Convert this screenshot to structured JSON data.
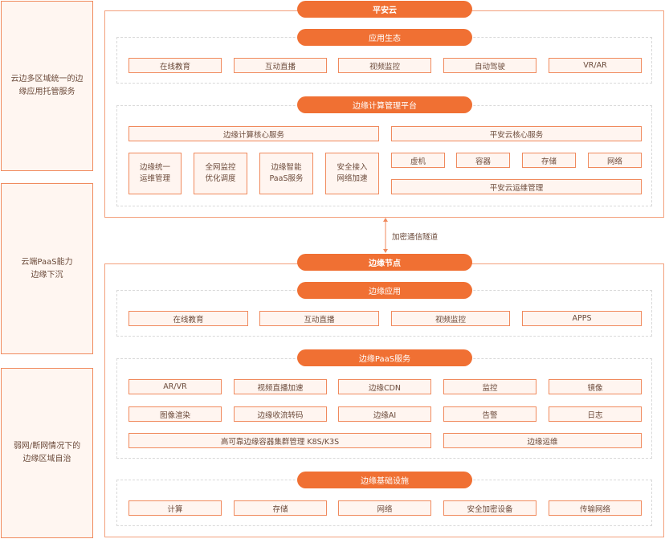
{
  "side": {
    "top": "云边多区域统一的边缘应用托管服务",
    "mid": "云端PaaS能力边缘下沉",
    "bot": "弱网/断网情况下的边缘区域自治"
  },
  "cloud": {
    "title": "平安云",
    "app_eco": {
      "title": "应用生态",
      "items": [
        "在线教育",
        "互动直播",
        "视频监控",
        "自动驾驶",
        "VR/AR"
      ]
    },
    "platform": {
      "title": "边缘计算管理平台",
      "core_title": "边缘计算核心服务",
      "core_items": [
        [
          "边缘统一",
          "运维管理"
        ],
        [
          "全网监控",
          "优化调度"
        ],
        [
          "边缘智能",
          "PaaS服务"
        ],
        [
          "安全接入",
          "网络加速"
        ]
      ],
      "cloud_core_title": "平安云核心服务",
      "cloud_core_items": [
        "虚机",
        "容器",
        "存储",
        "网络"
      ],
      "cloud_ops": "平安云运维管理"
    }
  },
  "tunnel_label": "加密通信隧道",
  "edge": {
    "title": "边缘节点",
    "apps": {
      "title": "边缘应用",
      "items": [
        "在线教育",
        "互动直播",
        "视频监控",
        "APPS"
      ]
    },
    "paas": {
      "title": "边缘PaaS服务",
      "row1": [
        "AR/VR",
        "视频直播加速",
        "边缘CDN",
        "监控",
        "镜像"
      ],
      "row2": [
        "图像渲染",
        "边缘收流转码",
        "边缘AI",
        "告警",
        "日志"
      ],
      "k8s": "高可靠边缘容器集群管理 K8S/K3S",
      "ops": "边缘运维"
    },
    "infra": {
      "title": "边缘基础设施",
      "items": [
        "计算",
        "存储",
        "网络",
        "安全加密设备",
        "传输网络"
      ]
    }
  }
}
